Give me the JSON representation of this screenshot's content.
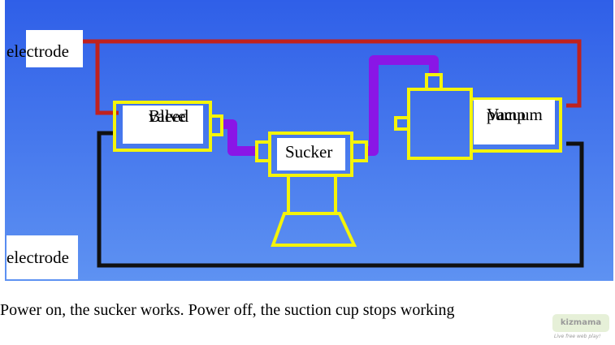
{
  "labels": {
    "electrode_top": "electrode",
    "electrode_bottom": "electrode",
    "bleed_valve": [
      "Bleed",
      "valve"
    ],
    "sucker": "Sucker",
    "vacuum_pump": [
      "Vacuum",
      "pump"
    ]
  },
  "caption": "Power on, the sucker works. Power off, the suction cup stops working",
  "watermark": {
    "brand": "kizmama",
    "tagline": "Live free web play!"
  },
  "colors": {
    "background_top": "#2f5fe8",
    "background_bottom": "#5b8ef0",
    "wire_red": "#c0211e",
    "wire_black": "#111111",
    "pipe_purple": "#8a16e6",
    "component_outline": "#f4f40a"
  }
}
